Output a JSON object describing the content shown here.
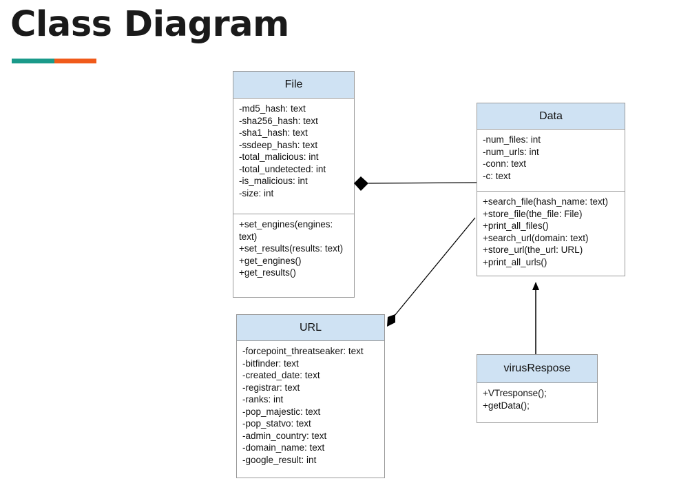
{
  "slide": {
    "title": "Class Diagram",
    "accent_colors": {
      "teal": "#1a9a8a",
      "orange": "#f05a1a"
    }
  },
  "classes": {
    "file": {
      "name": "File",
      "attributes": [
        "-md5_hash: text",
        "-sha256_hash: text",
        "-sha1_hash: text",
        "-ssdeep_hash: text",
        "-total_malicious: int",
        "-total_undetected: int",
        "-is_malicious: int",
        "-size: int"
      ],
      "methods": [
        "+set_engines(engines: text)",
        "+set_results(results: text)",
        "+get_engines()",
        "+get_results()"
      ]
    },
    "data": {
      "name": "Data",
      "attributes": [
        "-num_files: int",
        "-num_urls: int",
        "-conn: text",
        "-c: text"
      ],
      "methods": [
        "+search_file(hash_name: text)",
        "+store_file(the_file: File)",
        "+print_all_files()",
        "+search_url(domain: text)",
        "+store_url(the_url: URL)",
        "+print_all_urls()"
      ]
    },
    "url": {
      "name": "URL",
      "attributes": [
        "-forcepoint_threatseaker: text",
        "-bitfinder: text",
        "-created_date: text",
        "-registrar: text",
        "-ranks: int",
        "-pop_majestic: text",
        "-pop_statvo: text",
        "-admin_country: text",
        "-domain_name: text",
        "-google_result: int"
      ]
    },
    "virus_respose": {
      "name": "virusRespose",
      "methods": [
        "+VTresponse();",
        "+getData();"
      ]
    }
  },
  "colors": {
    "class_header_fill": "#cfe2f3",
    "class_border": "#999999",
    "connector": "#000000"
  }
}
